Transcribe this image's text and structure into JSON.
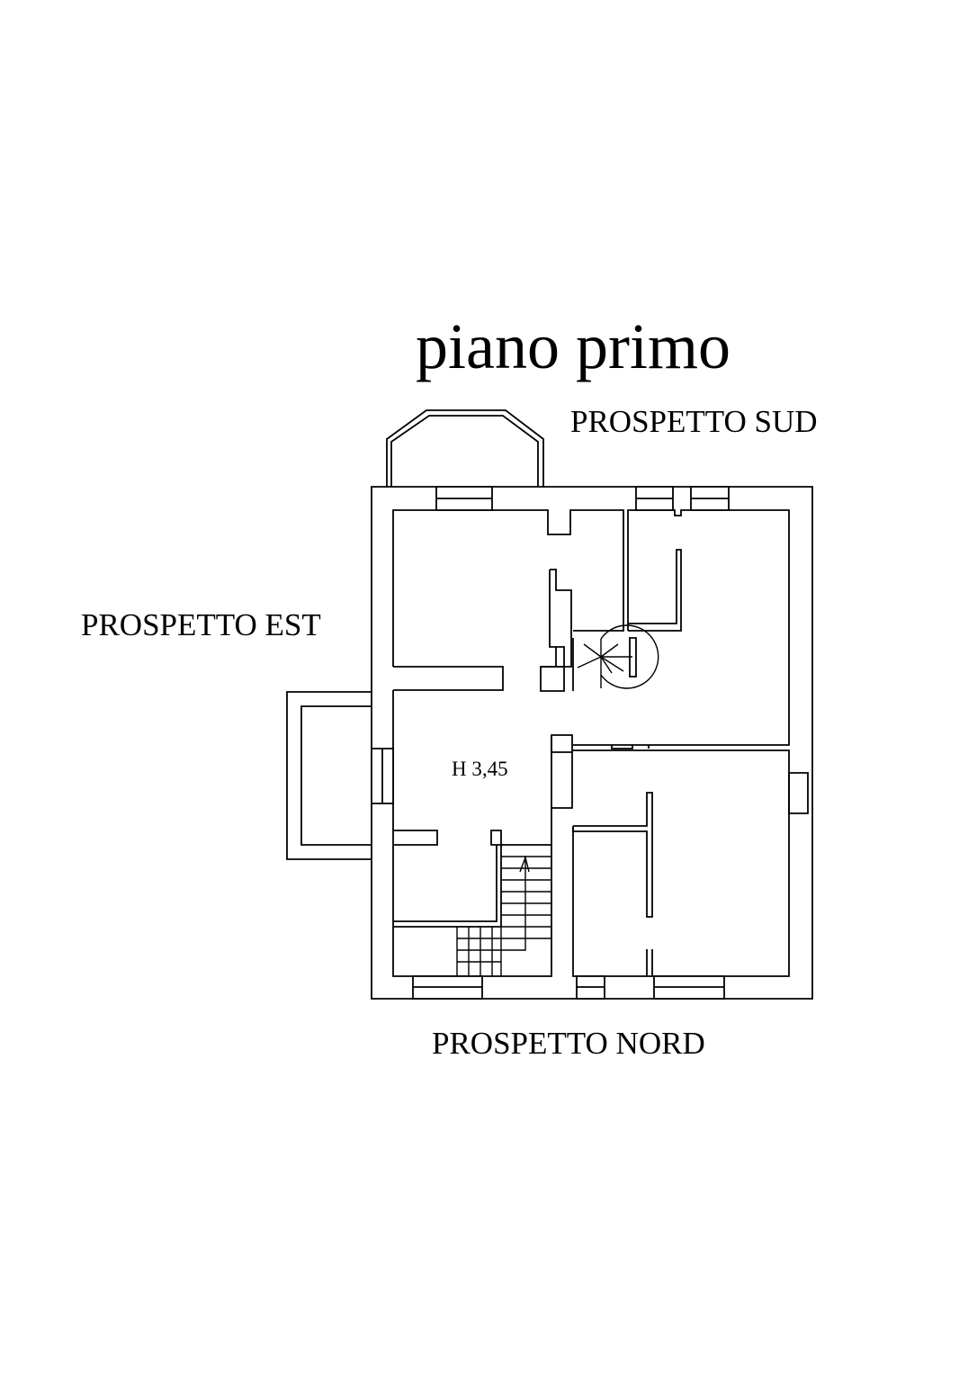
{
  "title": "piano primo",
  "elevations": {
    "south": "PROSPETTO SUD",
    "east": "PROSPETTO EST",
    "north": "PROSPETTO NORD"
  },
  "ceiling_height": "H 3,45",
  "colors": {
    "line": "#000000",
    "background": "#ffffff"
  }
}
